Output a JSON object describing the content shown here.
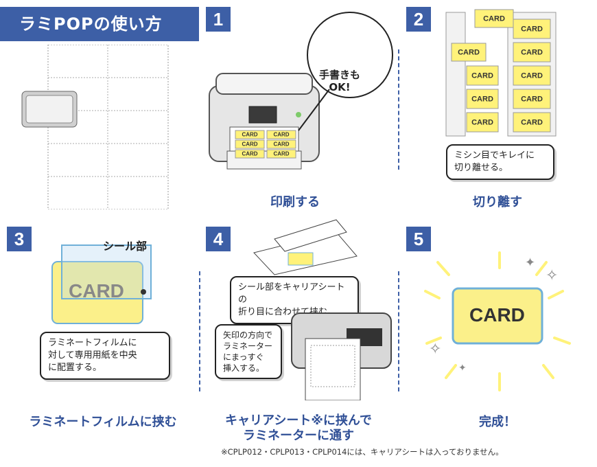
{
  "title": "ラミPOPの使い方",
  "steps": {
    "s1": {
      "num": "1",
      "label": "印刷する",
      "bubble": "手書きも\nOK!"
    },
    "s2": {
      "num": "2",
      "label": "切り離す",
      "bubble": "ミシン目でキレイに\n切り離せる。"
    },
    "s3": {
      "num": "3",
      "label": "ラミネートフィルムに挟む",
      "seal_label": "シール部",
      "bubble": "ラミネートフィルムに\n対して専用用紙を中央\nに配置する。"
    },
    "s4": {
      "num": "4",
      "label_line1": "キャリアシート※に挟んで",
      "label_line2": "ラミネーターに通す",
      "bubble_top": "シール部をキャリアシートの\n折り目に合わせて挟む。",
      "bubble_left": "矢印の方向で\nラミネーター\nにまっすぐ\n挿入する。"
    },
    "s5": {
      "num": "5",
      "label": "完成！"
    }
  },
  "card_text": "CARD",
  "card_text_small": "Card",
  "footnote": "※CPLP012・CPLP013・CPLP014には、キャリアシートは入っておりません。",
  "colors": {
    "accent": "#3d5fa6",
    "card_yellow": "#fff27a",
    "card_border": "#6fb0d8"
  }
}
